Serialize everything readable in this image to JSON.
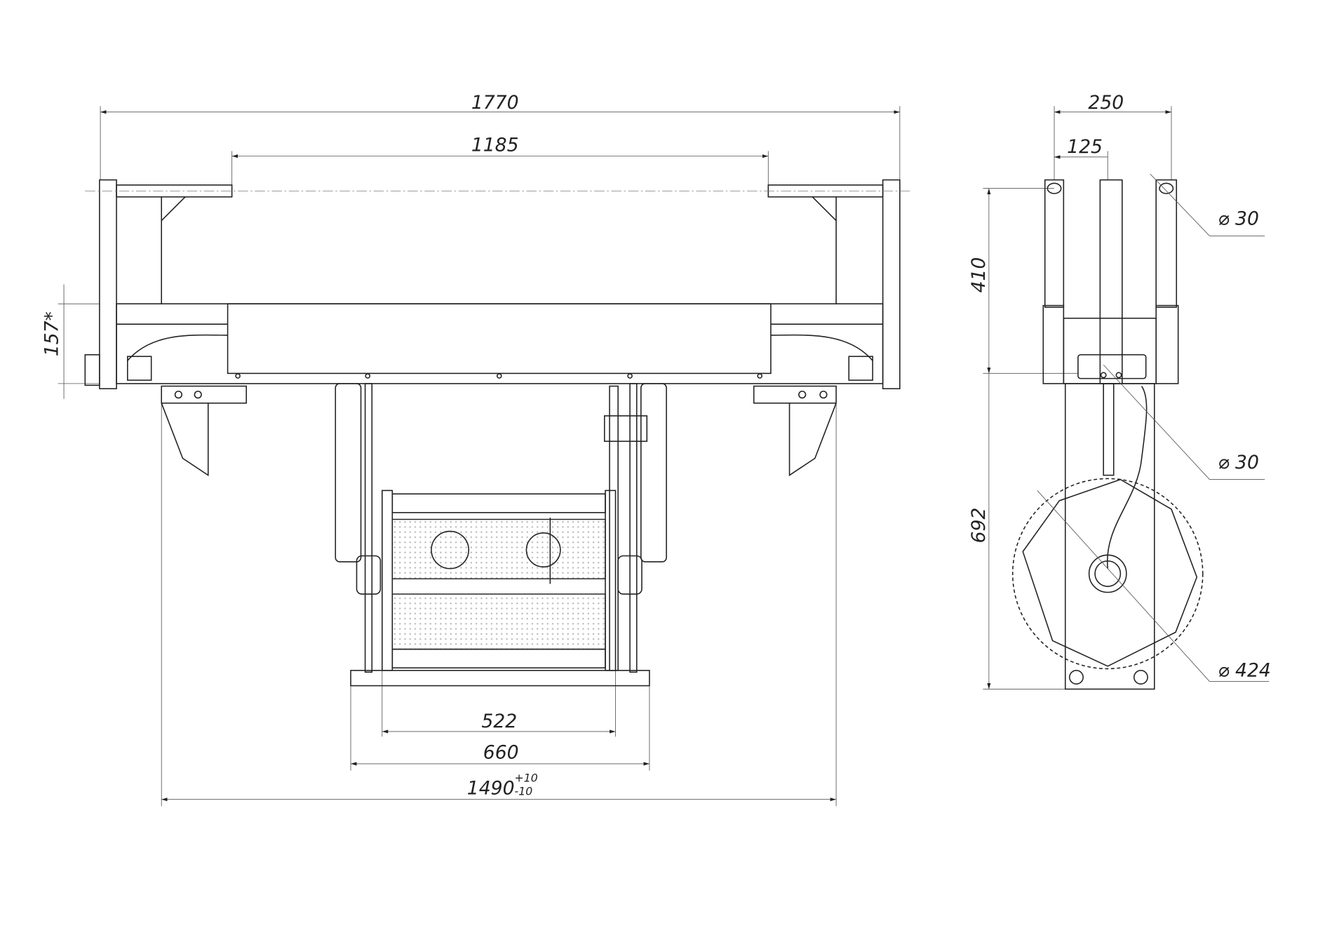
{
  "front_view": {
    "dim_overall_width": "1770",
    "dim_inner_width": "1185",
    "dim_beam_height": "157*",
    "dim_drum_length": "522",
    "dim_frame_width": "660",
    "dim_bottom_width": "1490",
    "dim_bottom_tol_plus": "+10",
    "dim_bottom_tol_minus": "-10"
  },
  "side_view": {
    "dim_width": "250",
    "dim_half_width": "125",
    "dim_upper_height": "410",
    "dim_lower_height": "692",
    "dia_pin": "⌀ 30",
    "dia_shaft": "⌀ 30",
    "dia_gear": "⌀ 424"
  }
}
